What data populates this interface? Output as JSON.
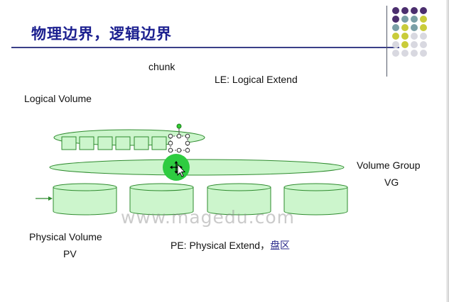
{
  "title": "物理边界，逻辑边界",
  "labels": {
    "chunk": "chunk",
    "le": "LE: Logical Extend",
    "logical_volume": "Logical Volume",
    "volume_group": "Volume Group",
    "vg": "VG",
    "physical_volume": "Physical Volume",
    "pv": "PV",
    "pe_prefix": "PE: Physical Extend，",
    "pe_suffix": "盘区",
    "watermark": "www.magedu.com"
  },
  "colors": {
    "title": "#1b1f8f",
    "shape_fill": "#ccf5cc",
    "shape_stroke": "#2e8b2e",
    "highlight": "#2ecc40"
  },
  "decor_dots": [
    "#4b2e6e",
    "#4b2e6e",
    "#4b2e6e",
    "#4b2e6e",
    "#4b2e6e",
    "#7a9fa6",
    "#7a9fa6",
    "#c9cc3a",
    "#7a9fa6",
    "#c9cc3a",
    "#7a9fa6",
    "#c9cc3a",
    "#c9cc3a",
    "#c9cc3a",
    "#d8d8e0",
    "#d8d8e0",
    "#d8d8e0",
    "#c9cc3a",
    "#d8d8e0",
    "#d8d8e0",
    "#d8d8e0",
    "#d8d8e0",
    "#d8d8e0",
    "#d8d8e0"
  ],
  "icons": {
    "cursor": "move-cursor-icon",
    "arrow": "arrow-right-icon"
  }
}
